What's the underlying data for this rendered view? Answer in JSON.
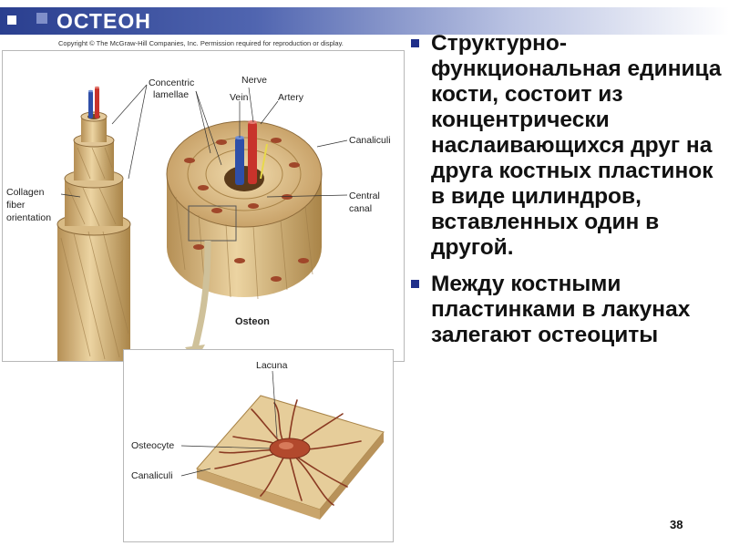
{
  "slide": {
    "title": "ОСТЕОН",
    "copyright": "Copyright © The McGraw-Hill Companies, Inc. Permission required for reproduction or display.",
    "page_number": "38"
  },
  "figure": {
    "labels": {
      "concentric": "Concentric",
      "lamellae": "lamellae",
      "nerve": "Nerve",
      "vein": "Vein",
      "artery": "Artery",
      "canaliculi": "Canaliculi",
      "collagen": "Collagen",
      "fiber": "fiber",
      "orientation": "orientation",
      "central": "Central",
      "canal": "canal",
      "osteon": "Osteon"
    },
    "inset": {
      "lacuna": "Lacuna",
      "osteocyte": "Osteocyte",
      "canaliculi": "Canaliculi"
    }
  },
  "bullets": [
    {
      "text": "Структурно-функциональная единица кости, состоит из концентрически наслаивающихся друг на друга костных пластинок в виде цилиндров, вставленных один в другой."
    },
    {
      "text": "Между костными пластинками в лакунах залегают остеоциты"
    }
  ],
  "colors": {
    "title_bar": "#2a3f8f",
    "bullet": "#1f2f8a",
    "bone": "#d9bb85",
    "artery": "#c8332b",
    "vein": "#2f4fa8",
    "osteocyte": "#a0472a"
  }
}
